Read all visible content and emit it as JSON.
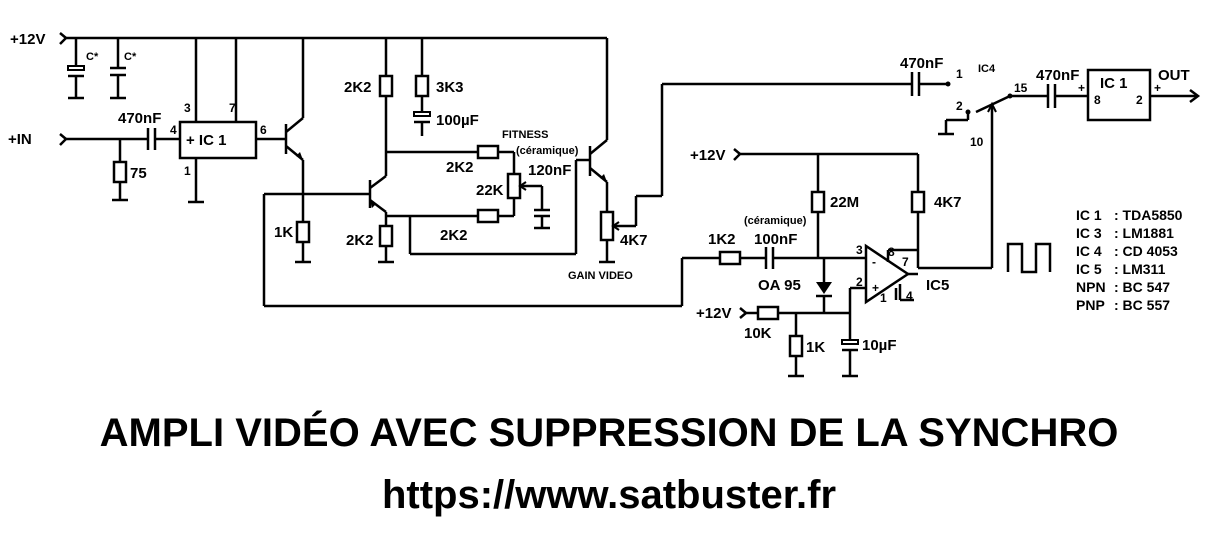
{
  "title": "AMPLI VIDÉO AVEC SUPPRESSION DE LA SYNCHRO",
  "url": "https://www.satbuster.fr",
  "supply": {
    "top_rail": "+12V",
    "comparator_rail": "+12V",
    "bias_rail": "+12V"
  },
  "io": {
    "input": "+IN",
    "output": "OUT"
  },
  "ic_labels": {
    "ic1_in": "+ IC 1",
    "ic1_out": "IC 1",
    "ic4": "IC4",
    "ic5": "IC5"
  },
  "pins": {
    "ic1_in_3": "3",
    "ic1_in_7": "7",
    "ic1_in_4": "4",
    "ic1_in_6": "6",
    "ic1_in_1": "1",
    "ic4_1": "1",
    "ic4_2": "2",
    "ic4_15": "15",
    "ic4_10": "10",
    "ic1_out_8": "8",
    "ic1_out_2": "2",
    "ic1_out_plus_in": "+",
    "ic1_out_plus_out": "+",
    "ic5_3": "3",
    "ic5_2": "2",
    "ic5_8": "8",
    "ic5_7": "7",
    "ic5_1": "1",
    "ic5_4": "4",
    "ic5_minus": "-",
    "ic5_plus": "+"
  },
  "components": {
    "c_star_1": "C*",
    "c_star_2": "C*",
    "cap_in": "470nF",
    "r_75": "75",
    "r_1k": "1K",
    "r_2k2_top": "2K2",
    "r_2k2_emit": "2K2",
    "r_3k3": "3K3",
    "cap_100u": "100µF",
    "r_2k2_mid1": "2K2",
    "r_2k2_mid2": "2K2",
    "fitness": "FITNESS",
    "ceramique_1": "(céramique)",
    "cap_120n": "120nF",
    "pot_22k": "22K",
    "pot_4k7": "4K7",
    "gain_video": "GAIN VIDEO",
    "cap_470n_ic4": "470nF",
    "cap_470n_out": "470nF",
    "r_22m": "22M",
    "r_4k7_cmp": "4K7",
    "r_1k2": "1K2",
    "ceramique_2": "(céramique)",
    "cap_100n": "100nF",
    "diode": "OA 95",
    "r_10k": "10K",
    "r_1k_bias": "1K",
    "cap_10u": "10µF"
  },
  "legend": [
    {
      "ref": "IC 1",
      "part": ": TDA5850"
    },
    {
      "ref": "IC 3",
      "part": ": LM1881"
    },
    {
      "ref": "IC 4",
      "part": ": CD 4053"
    },
    {
      "ref": "IC 5",
      "part": ": LM311"
    },
    {
      "ref": "NPN",
      "part": ": BC 547"
    },
    {
      "ref": "PNP",
      "part": ": BC 557"
    }
  ]
}
